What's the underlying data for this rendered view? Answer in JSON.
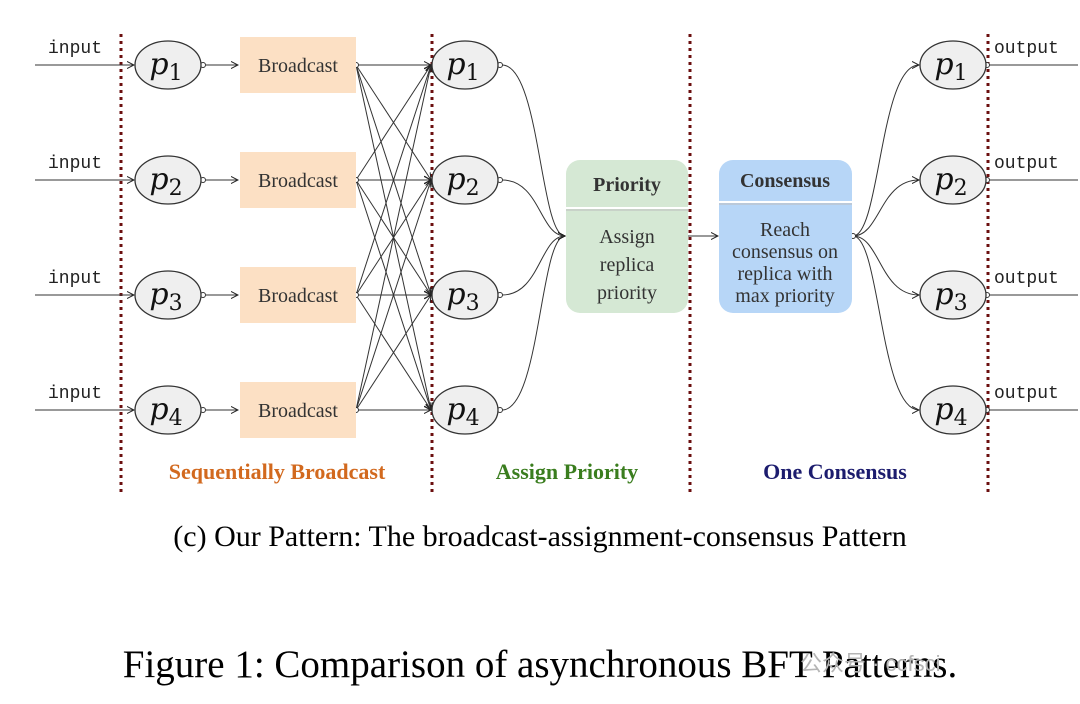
{
  "io": {
    "input_label": "input",
    "output_label": "output"
  },
  "processes": [
    {
      "base": "p",
      "sub": "1"
    },
    {
      "base": "p",
      "sub": "2"
    },
    {
      "base": "p",
      "sub": "3"
    },
    {
      "base": "p",
      "sub": "4"
    }
  ],
  "broadcast_label": "Broadcast",
  "priority_box": {
    "title": "Priority",
    "body": [
      "Assign",
      "replica",
      "priority"
    ]
  },
  "consensus_box": {
    "title": "Consensus",
    "body": [
      "Reach",
      "consensus on",
      "replica with",
      "max priority"
    ]
  },
  "phases": [
    {
      "label": "Sequentially Broadcast",
      "color": "#d2691e"
    },
    {
      "label": "Assign Priority",
      "color": "#3a7d1e"
    },
    {
      "label": "One Consensus",
      "color": "#1c1c6e"
    }
  ],
  "colors": {
    "broadcast_fill": "#fce0c4",
    "priority_fill": "#d5e8d4",
    "consensus_fill": "#b7d6f7",
    "divider": "#6b0f0f",
    "node_fill": "#efefef"
  },
  "subcaption": "(c) Our Pattern: The broadcast-assignment-consensus Pattern",
  "figure_caption": "Figure 1: Comparison of asynchronous BFT Patterns.",
  "watermark": "公众号 · ccfsci"
}
